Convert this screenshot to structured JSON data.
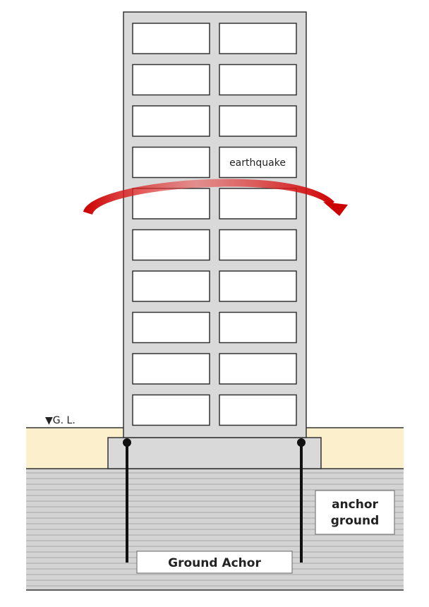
{
  "labels": {
    "earthquake": "earthquake",
    "ground_level": "▼G. L.",
    "anchor_ground_line1": "anchor",
    "anchor_ground_line2": "ground",
    "ground_anchor": "Ground Achor"
  },
  "building": {
    "floors": 10,
    "windows_per_floor": 2
  },
  "colors": {
    "building_fill": "#d9d9d9",
    "building_stroke": "#333333",
    "window_fill": "#ffffff",
    "surface_soil": "#fcf0cc",
    "anchor_soil_fill": "#d4d4d4",
    "anchor_soil_stripe": "#bdbdbd",
    "arrow": "#cc0000",
    "anchor_rod": "#111111"
  }
}
